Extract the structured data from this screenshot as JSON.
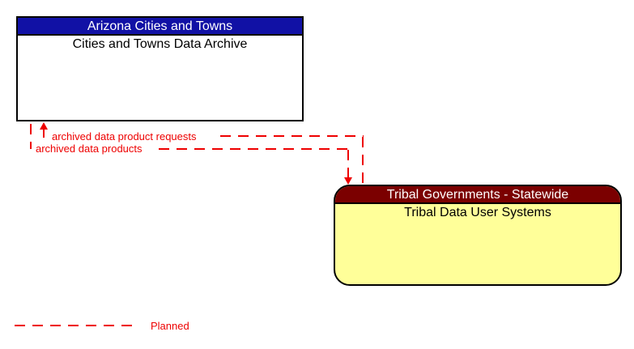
{
  "colors": {
    "archive_header_bg": "#1111a5",
    "tribal_header_bg": "#7b0000",
    "tribal_body_bg": "#ffff99",
    "flow_line": "#ee0000",
    "box_border": "#000000",
    "page_bg": "#ffffff"
  },
  "boxes": {
    "archive": {
      "header": "Arizona Cities and Towns",
      "title": "Cities and Towns Data Archive"
    },
    "tribal": {
      "header": "Tribal Governments - Statewide",
      "title": "Tribal Data User Systems"
    }
  },
  "flows": [
    {
      "label": "archived data product requests",
      "from": "Tribal Data User Systems",
      "to": "Cities and Towns Data Archive",
      "style": "planned-dashed"
    },
    {
      "label": "archived data products",
      "from": "Cities and Towns Data Archive",
      "to": "Tribal Data User Systems",
      "style": "planned-dashed"
    }
  ],
  "legend": {
    "label": "Planned",
    "line_style": "dashed"
  }
}
